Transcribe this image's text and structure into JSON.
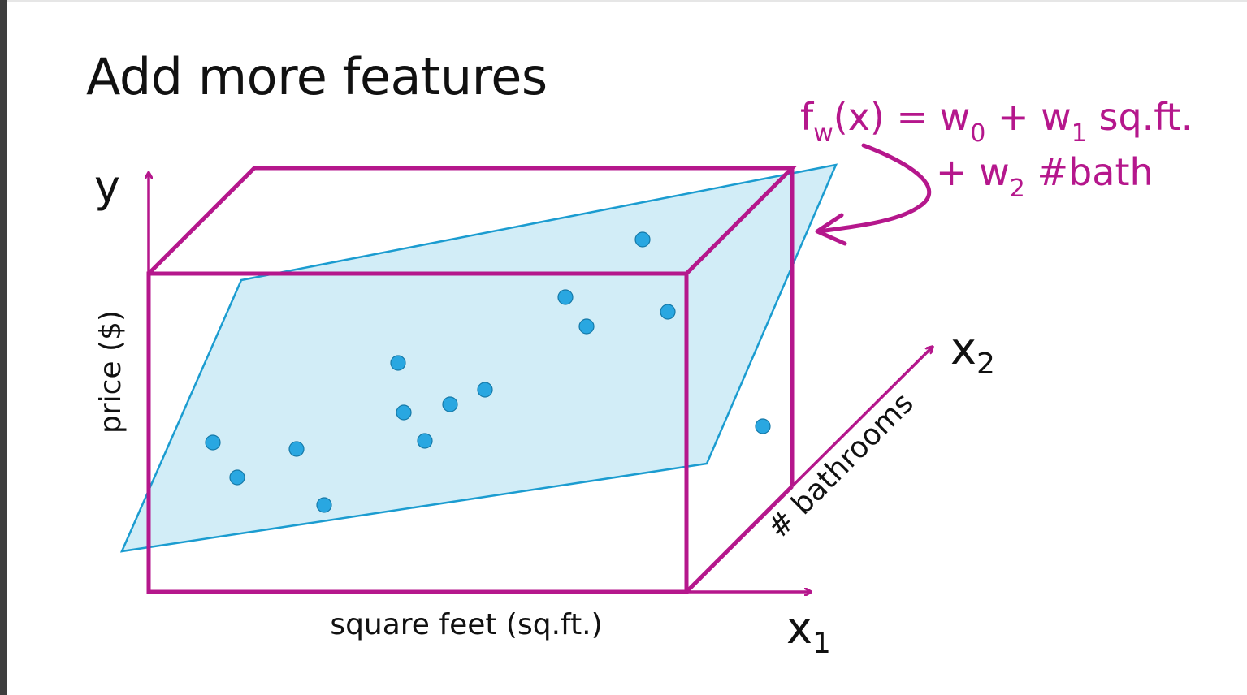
{
  "slide": {
    "title": "Add more features"
  },
  "equation": {
    "line1_f": "f",
    "line1_f_sub": "w",
    "line1_rest_a": "(x) = w",
    "line1_sub0": "0",
    "line1_rest_b": " + w",
    "line1_sub1": "1",
    "line1_rest_c": " sq.ft.",
    "line2_a": "+ w",
    "line2_sub2": "2",
    "line2_b": " #bath"
  },
  "axes": {
    "y_symbol": "y",
    "y_label": "price ($)",
    "x1_label": "square feet (sq.ft.)",
    "x1_symbol": "x",
    "x1_sub": "1",
    "x2_label": "# bathrooms",
    "x2_symbol": "x",
    "x2_sub": "2"
  },
  "colors": {
    "box": "#b5178c",
    "plane_fill": "#cdebf6",
    "plane_stroke": "#1b9cd0",
    "point": "#29a7e1"
  },
  "icons": [
    "arrow-icon"
  ]
}
